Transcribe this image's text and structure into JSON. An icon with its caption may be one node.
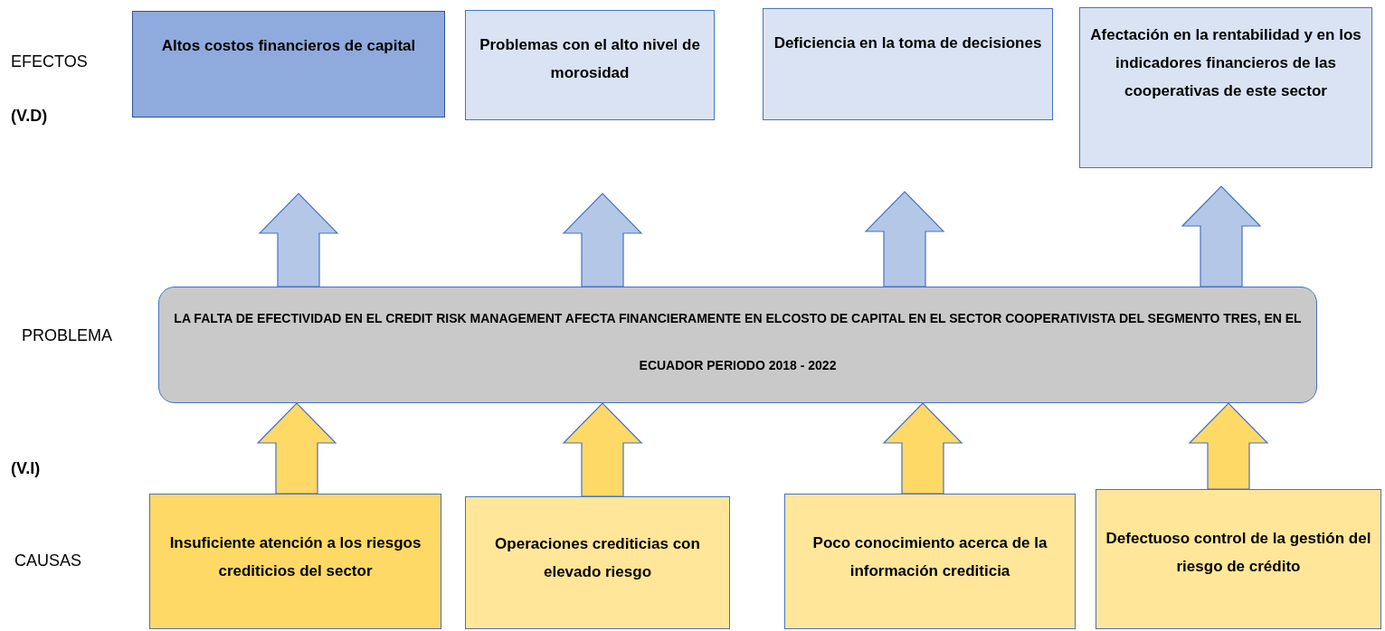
{
  "diagram": {
    "nodes": [
      {
        "text": [
          "Altos costos financieros de capital"
        ]
      },
      {
        "text": [
          "Problemas con el alto nivel de morosidad"
        ]
      },
      {
        "text": [
          "Deficiencia en la toma de decisiones"
        ]
      },
      {
        "text": [
          "Afectación en la rentabilidad y en los indicadores financieros de las cooperativas de este sector"
        ]
      },
      {
        "text": [
          "LA FALTA DE EFECTIVIDAD EN EL CREDIT RISK MANAGEMENT AFECTA FINANCIERAMENTE EN ELCOSTO DE CAPITAL EN EL SECTOR COOPERATIVISTA DEL SEGMENTO TRES, EN EL ECUADOR PERIODO 2018 - 2022"
        ]
      },
      {
        "text": [
          "Insuficiente atención a los riesgos crediticios del sector"
        ]
      },
      {
        "text": [
          "Operaciones crediticias con elevado riesgo"
        ]
      },
      {
        "text": [
          "Poco conocimiento acerca de la información crediticia"
        ]
      },
      {
        "text": [
          "Defectuoso control de la gestión del riesgo de crédito"
        ]
      }
    ],
    "edges": [
      {
        "from": 4,
        "to": 0,
        "arrow": "to",
        "style": "thick",
        "color": "#b4c7e7"
      },
      {
        "from": 4,
        "to": 1,
        "arrow": "to",
        "style": "thick",
        "color": "#b4c7e7"
      },
      {
        "from": 4,
        "to": 2,
        "arrow": "to",
        "style": "thick",
        "color": "#b4c7e7"
      },
      {
        "from": 4,
        "to": 3,
        "arrow": "to",
        "style": "thick",
        "color": "#b4c7e7"
      },
      {
        "from": 5,
        "to": 4,
        "arrow": "to",
        "style": "thick",
        "color": "#ffd966"
      },
      {
        "from": 6,
        "to": 4,
        "arrow": "to",
        "style": "thick",
        "color": "#ffd966"
      },
      {
        "from": 7,
        "to": 4,
        "arrow": "to",
        "style": "thick",
        "color": "#ffd966"
      },
      {
        "from": 8,
        "to": 4,
        "arrow": "to",
        "style": "thick",
        "color": "#ffd966"
      }
    ],
    "labels": [
      "EFECTOS",
      "(V.D)",
      "PROBLEMA",
      "(V.I)",
      "CAUSAS"
    ]
  }
}
